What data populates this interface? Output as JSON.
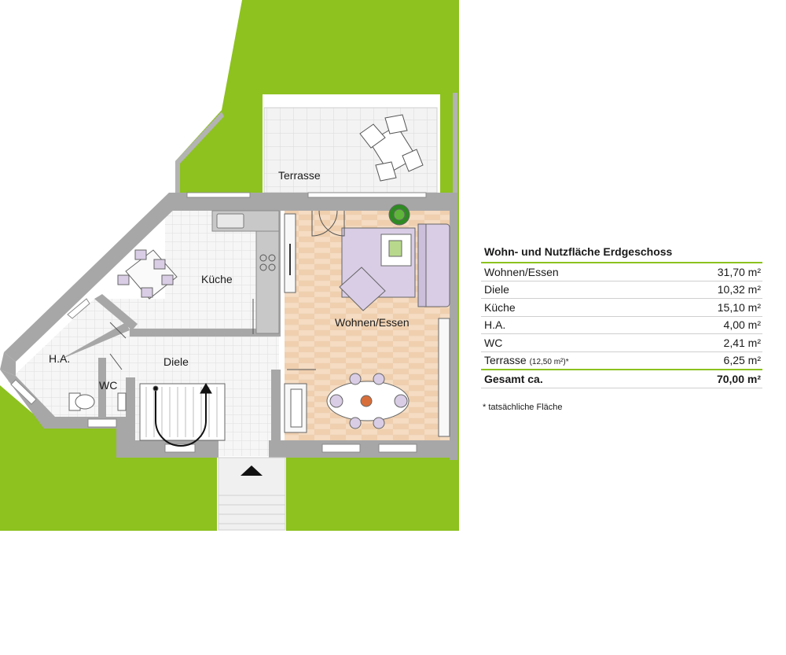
{
  "rooms": {
    "terrasse": "Terrasse",
    "kueche": "Küche",
    "wohnen": "Wohnen/Essen",
    "ha": "H.A.",
    "diele": "Diele",
    "wc": "WC"
  },
  "colors": {
    "grass": "#8dc21f",
    "wall": "#a3a3a3",
    "tile": "#f4f4f4",
    "wood": "#f3d7b9",
    "sofa": "#d9cde6",
    "accent_line": "#8dc21f"
  },
  "area_table": {
    "title": "Wohn- und Nutzfläche Erdgeschoss",
    "rows": [
      {
        "name": "Wohnen/Essen",
        "value": "31,70 m²"
      },
      {
        "name": "Diele",
        "value": "10,32 m²"
      },
      {
        "name": "Küche",
        "value": "15,10 m²"
      },
      {
        "name": "H.A.",
        "value": "4,00 m²"
      },
      {
        "name": "WC",
        "value": "2,41 m²"
      }
    ],
    "terrasse": {
      "name": "Terrasse",
      "note": "(12,50 m²)*",
      "value": "6,25 m²"
    },
    "total": {
      "name": "Gesamt ca.",
      "value": "70,00 m²"
    },
    "footnote": "* tatsächliche Fläche"
  }
}
